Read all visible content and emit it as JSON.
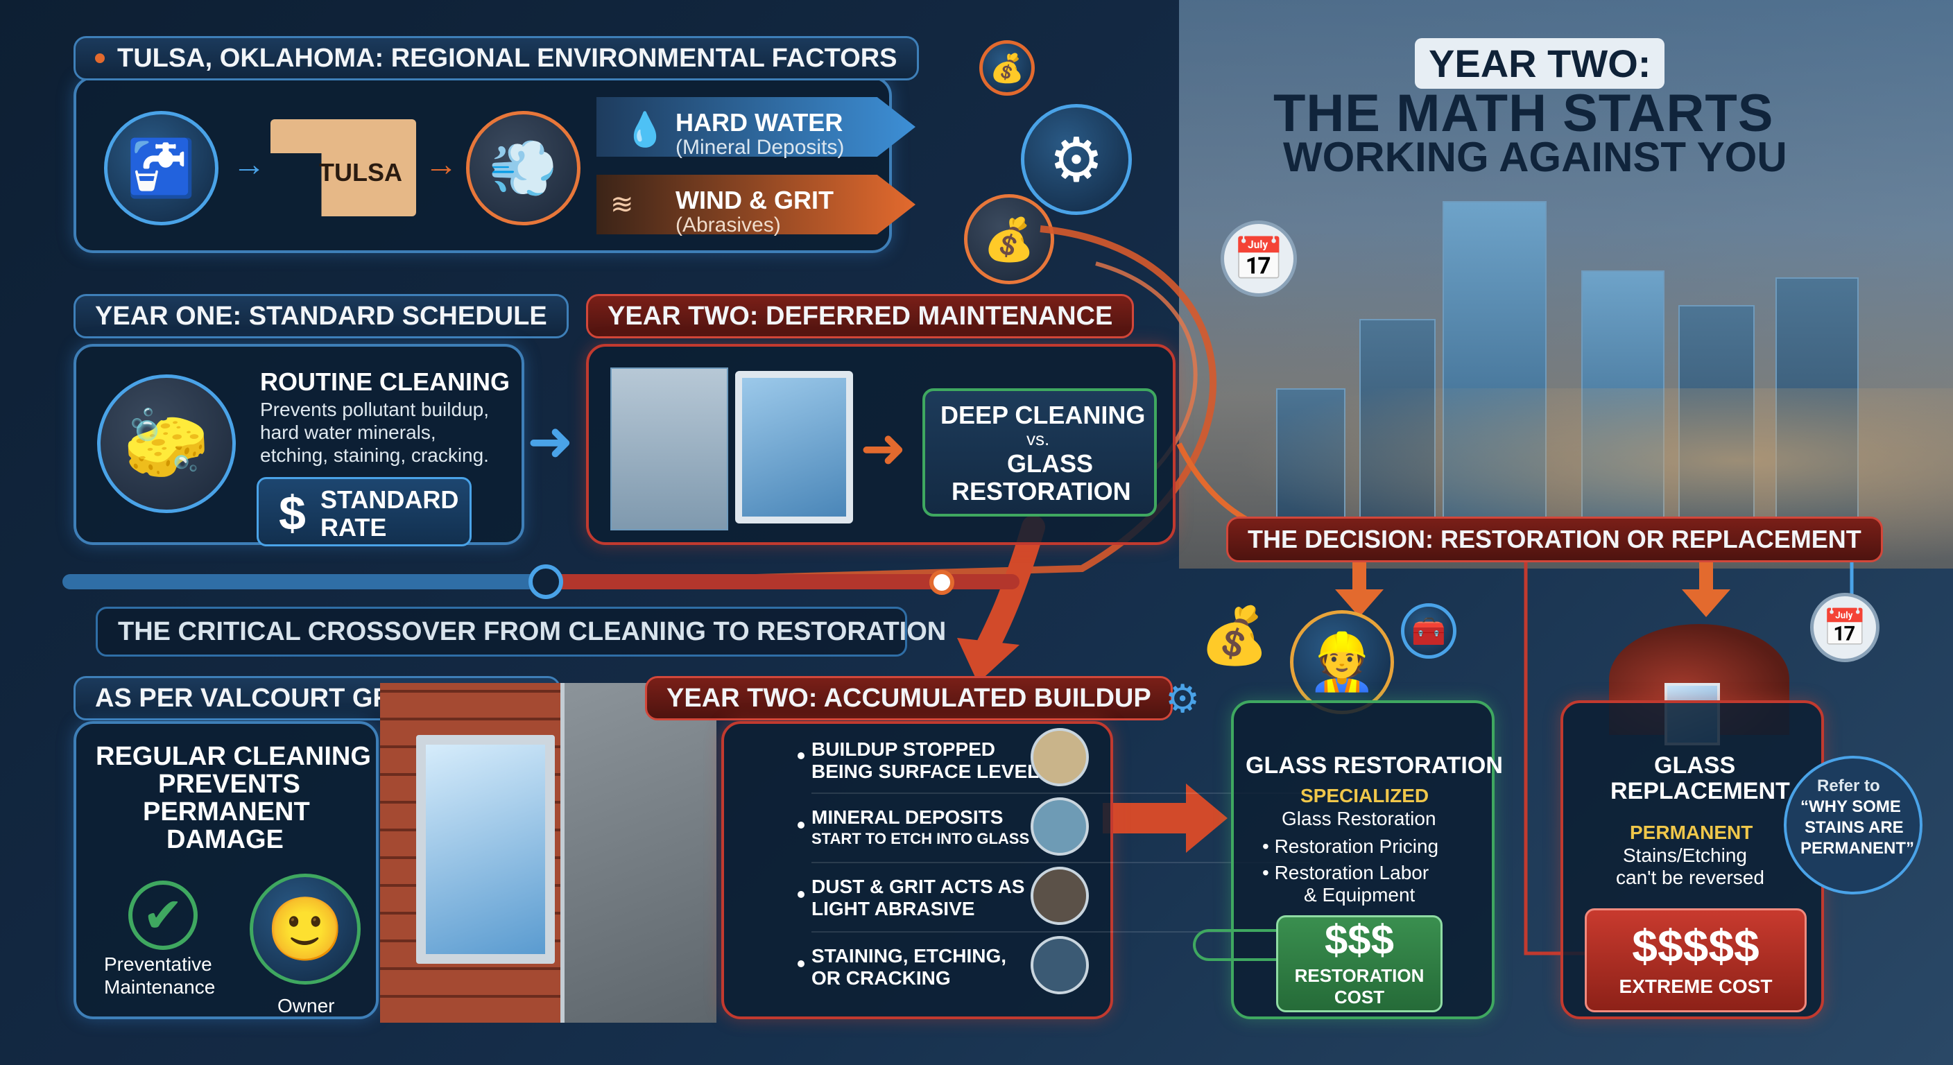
{
  "header": {
    "line1": "YEAR TWO:",
    "line2": "THE MATH STARTS",
    "line3": "WORKING AGAINST YOU"
  },
  "regional": {
    "title": "TULSA, OKLAHOMA: REGIONAL ENVIRONMENTAL FACTORS",
    "map_label": "TULSA",
    "hard_water": "HARD WATER",
    "hard_water_sub": "(Mineral Deposits)",
    "wind_grit": "WIND & GRIT",
    "wind_grit_sub": "(Abrasives)"
  },
  "year_one": {
    "title": "YEAR ONE: STANDARD SCHEDULE",
    "heading": "ROUTINE CLEANING",
    "body": [
      "Prevents pollutant buildup,",
      "hard water minerals,",
      "etching, staining, cracking."
    ],
    "rate_symbol": "$",
    "rate_line1": "STANDARD",
    "rate_line2": "RATE"
  },
  "year_two_deferred": {
    "title": "YEAR TWO: DEFERRED MAINTENANCE",
    "box_line1": "DEEP CLEANING",
    "box_vs": "vs.",
    "box_line2": "GLASS",
    "box_line3": "RESTORATION"
  },
  "crossover": {
    "label": "THE CRITICAL CROSSOVER FROM CLEANING TO RESTORATION"
  },
  "guide": {
    "title": "AS PER VALCOURT GROUP GUIDE",
    "heading": [
      "REGULAR CLEANING",
      "PREVENTS",
      "PERMANENT",
      "DAMAGE"
    ],
    "check_label": [
      "Preventative",
      "Maintenance"
    ],
    "owner_label": "Owner"
  },
  "buildup": {
    "title": "YEAR TWO: ACCUMULATED BUILDUP",
    "items": [
      {
        "line1": "BUILDUP STOPPED",
        "line2": "BEING SURFACE LEVEL",
        "swatch": "#c9b48a"
      },
      {
        "line1": "MINERAL DEPOSITS",
        "line2": "START TO ETCH INTO GLASS",
        "swatch": "#6e9bb5"
      },
      {
        "line1": "DUST & GRIT ACTS AS",
        "line2": "LIGHT ABRASIVE",
        "swatch": "#5b5148"
      },
      {
        "line1": "STAINING, ETCHING,",
        "line2": "OR CRACKING",
        "swatch": "#3b5a74"
      }
    ]
  },
  "decision": {
    "title": "THE DECISION: RESTORATION OR REPLACEMENT"
  },
  "restoration": {
    "title": "GLASS RESTORATION",
    "specialized": "SPECIALIZED",
    "specialized_sub": "Glass Restoration",
    "bullets": [
      "• Restoration Pricing",
      "• Restoration Labor",
      "& Equipment"
    ],
    "price": "$$$",
    "price_label1": "RESTORATION",
    "price_label2": "COST"
  },
  "replacement": {
    "title1": "GLASS",
    "title2": "REPLACEMENT",
    "permanent": "PERMANENT",
    "perm_line1": "Stains/Etching",
    "perm_line2": "can't be reversed",
    "price": "$$$$$",
    "price_label": "EXTREME COST",
    "bubble": [
      "Refer to",
      "“WHY SOME",
      "STAINS ARE",
      "PERMANENT”"
    ]
  },
  "colors": {
    "blue_accent": "#3e7fb8",
    "orange_accent": "#e36a2e",
    "red_accent": "#c23a2f",
    "green_accent": "#3fa860",
    "text_light": "#f2f5f8"
  },
  "icons": {
    "faucet": "faucet-icon",
    "wind": "wind-icon",
    "gear": "gear-icon",
    "money_bag": "money-bag-icon",
    "calendar": "calendar-icon",
    "check": "check-icon"
  }
}
